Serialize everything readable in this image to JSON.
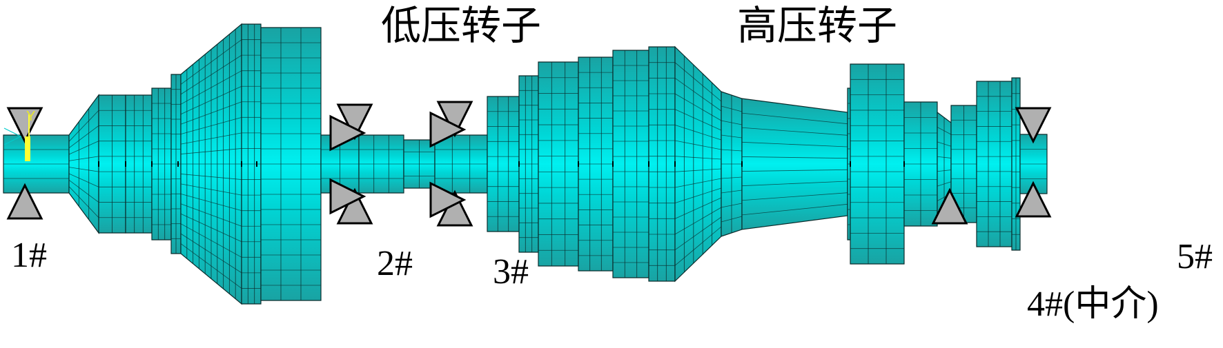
{
  "labels": {
    "low_pressure_rotor": "低压转子",
    "high_pressure_rotor": "高压转子",
    "axis_y": "Y"
  },
  "bearings": [
    {
      "id": "b1",
      "label": "1#"
    },
    {
      "id": "b2",
      "label": "2#"
    },
    {
      "id": "b3",
      "label": "3#"
    },
    {
      "id": "b4",
      "label": "4#(中介)"
    },
    {
      "id": "b5",
      "label": "5#"
    }
  ],
  "colors": {
    "mesh_fill": "#00e5e5",
    "mesh_dark": "#1aa7a7",
    "mesh_line": "#0b2b2b",
    "support_fill": "#b0b0b0",
    "axis_marker": "#ffff33",
    "background": "#ffffff"
  }
}
